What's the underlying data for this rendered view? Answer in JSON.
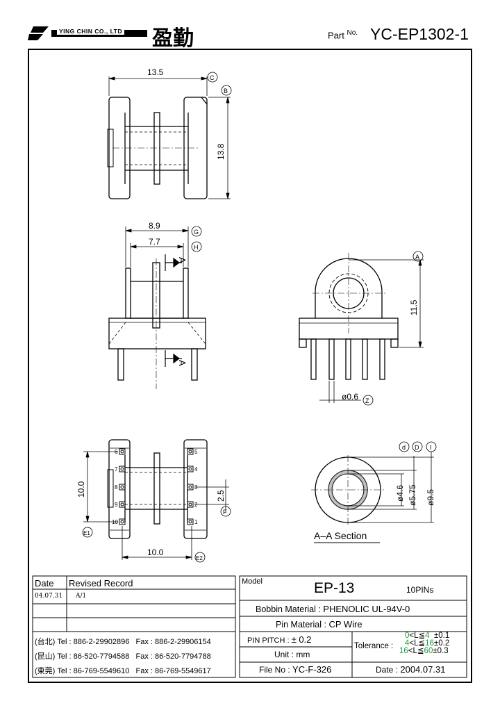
{
  "header": {
    "company": "YING CHIN CO., LTD",
    "cn_name": "盈勤",
    "part_label": "Part",
    "part_no_label": "No.",
    "part_no": "YC-EP1302-1"
  },
  "dims": {
    "w13_5": "13.5",
    "h13_8": "13.8",
    "w8_9": "8.9",
    "w7_7": "7.7",
    "h11_5": "11.5",
    "d0_6": "ø0.6",
    "h10_0": "10.0",
    "w10_0": "10.0",
    "p2_5": "2.5",
    "d4_6": "ø4.6",
    "d5_75": "ø5.75",
    "d9_5": "ø9.5",
    "sec_a": "A",
    "section_title": "A–A  Section"
  },
  "callouts": {
    "A": "A",
    "B": "B",
    "C": "C",
    "G": "G",
    "H": "H",
    "Z": "Z",
    "d": "d",
    "D": "D",
    "I": "I",
    "E1": "E1",
    "E2": "E2",
    "F": "F"
  },
  "pins": [
    "1",
    "2",
    "3",
    "4",
    "5",
    "6",
    "7",
    "8",
    "9",
    "10"
  ],
  "table": {
    "date_hdr": "Date",
    "record_hdr": "Revised  Record",
    "rev_date": "04.07.31",
    "rev_text": "A/1",
    "contacts": [
      {
        "loc": "(台北)",
        "tel": "Tel : 886-2-29902896",
        "fax": "Fax : 886-2-29906154"
      },
      {
        "loc": "(昆山)",
        "tel": "Tel : 86-520-7794588",
        "fax": "Fax : 86-520-7794788"
      },
      {
        "loc": "(東莞)",
        "tel": "Tel : 86-769-5549610",
        "fax": "Fax : 86-769-5549617"
      }
    ],
    "model_label": "Model",
    "model": "EP-13",
    "pins_count": "10PINs",
    "bobbin_label": "Bobbin  Material :",
    "bobbin": "PHENOLIC UL-94V-0",
    "pinmat_label": "Pin  Material :",
    "pinmat": "CP Wire",
    "pitch_label": "PIN  PITCH :",
    "pitch": "± 0.2",
    "unit_label": "Unit :",
    "unit": "mm",
    "file_label": "File  No :",
    "file": "YC-F-326",
    "tol_label": "Tolerance :",
    "tol": [
      {
        "lo": "0",
        "op": "<L≦",
        "hi": "4",
        "val": "±0.1"
      },
      {
        "lo": "4",
        "op": "<L≦",
        "hi": "16",
        "val": "±0.2"
      },
      {
        "lo": "16",
        "op": "<L≦",
        "hi": "60",
        "val": "±0.3"
      }
    ],
    "date_label": "Date :",
    "date": "2004.07.31"
  },
  "colors": {
    "tolerance_accent": "#1a9a3a"
  }
}
